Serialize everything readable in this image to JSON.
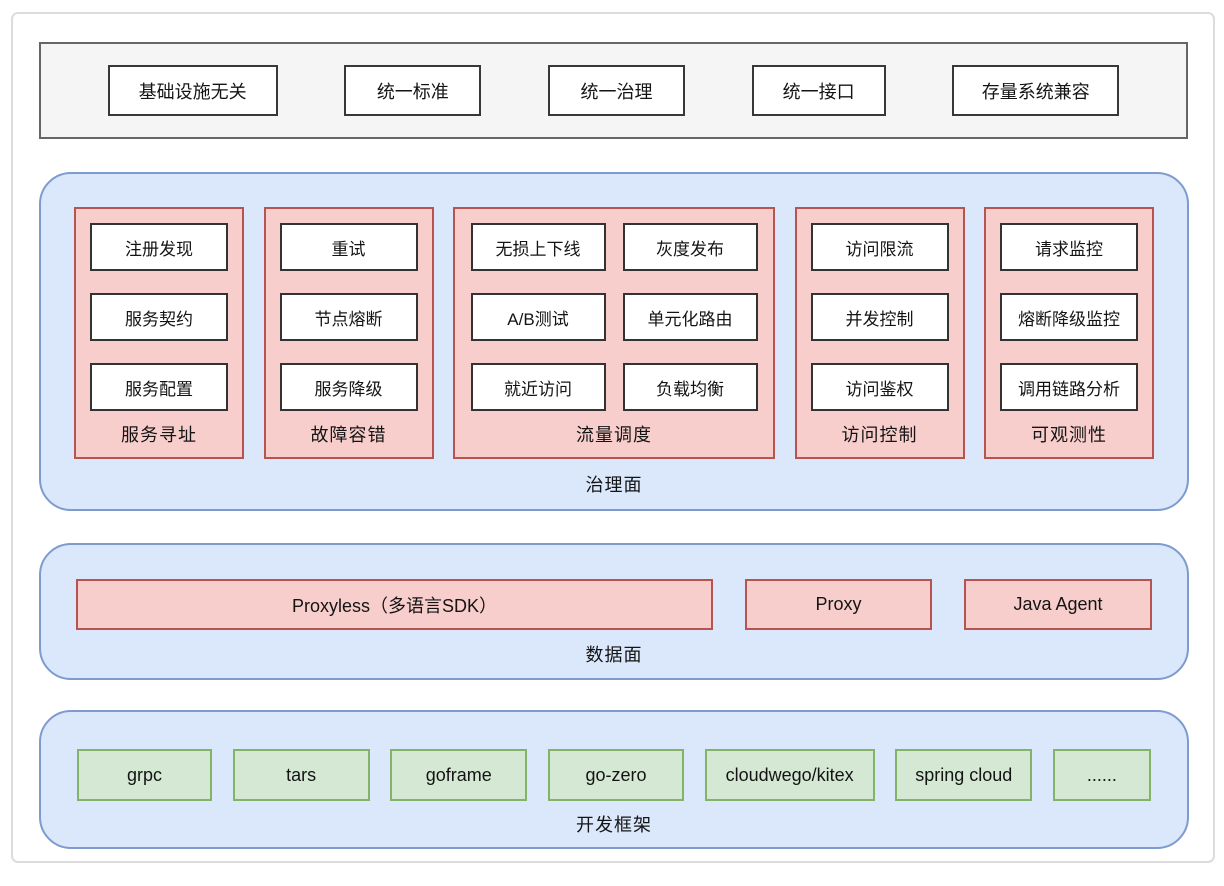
{
  "colors": {
    "outer_frame_border": "#dcdcdc",
    "principles_fill": "#f5f5f5",
    "principles_border": "#666666",
    "plane_blue_fill": "#dbe8fc",
    "plane_blue_border": "#7d9bce",
    "group_pink_fill": "#f8cecc",
    "group_pink_border": "#b85450",
    "framework_green_fill": "#d5e8d4",
    "framework_green_border": "#82b366",
    "white_box_border": "#333333"
  },
  "principles": {
    "items": [
      "基础设施无关",
      "统一标准",
      "统一治理",
      "统一接口",
      "存量系统兼容"
    ]
  },
  "governance_plane": {
    "label": "治理面",
    "groups": [
      {
        "label": "服务寻址",
        "items": [
          "注册发现",
          "服务契约",
          "服务配置"
        ]
      },
      {
        "label": "故障容错",
        "items": [
          "重试",
          "节点熔断",
          "服务降级"
        ]
      },
      {
        "label": "流量调度",
        "items": [
          "无损上下线",
          "灰度发布",
          "A/B测试",
          "单元化路由",
          "就近访问",
          "负载均衡"
        ]
      },
      {
        "label": "访问控制",
        "items": [
          "访问限流",
          "并发控制",
          "访问鉴权"
        ]
      },
      {
        "label": "可观测性",
        "items": [
          "请求监控",
          "熔断降级监控",
          "调用链路分析"
        ]
      }
    ]
  },
  "data_plane": {
    "label": "数据面",
    "items": [
      "Proxyless（多语言SDK）",
      "Proxy",
      "Java Agent"
    ]
  },
  "dev_frameworks": {
    "label": "开发框架",
    "items": [
      "grpc",
      "tars",
      "goframe",
      "go-zero",
      "cloudwego/kitex",
      "spring cloud",
      "......"
    ]
  }
}
